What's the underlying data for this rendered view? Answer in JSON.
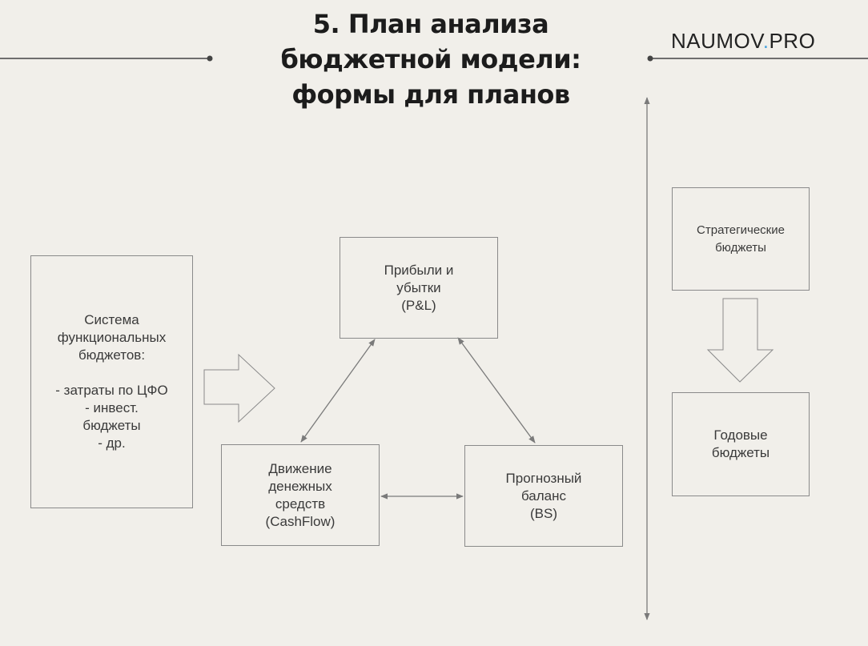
{
  "header": {
    "title_lines": [
      "5. План анализа",
      "бюджетной модели:",
      "формы для планов"
    ],
    "brand_main": "NAUMOV",
    "brand_dot": ".",
    "brand_suffix": "PRO"
  },
  "diagram": {
    "source_box": "Система\nфункциональных\nбюджетов:\n\n- затраты по ЦФО\n- инвест.\nбюджеты\n- др.",
    "pl_box": "Прибыли и\nубытки\n(P&L)",
    "cashflow_box": "Движение\nденежных\nсредств\n(CashFlow)",
    "bs_box": "Прогнозный\nбаланс\n(BS)",
    "strategic_box": "Стратегические\nбюджеты",
    "annual_box": "Годовые\nбюджеты"
  },
  "colors": {
    "background": "#f1efea",
    "line": "#8a8a8a",
    "brand_dot": "#4aa3df"
  }
}
